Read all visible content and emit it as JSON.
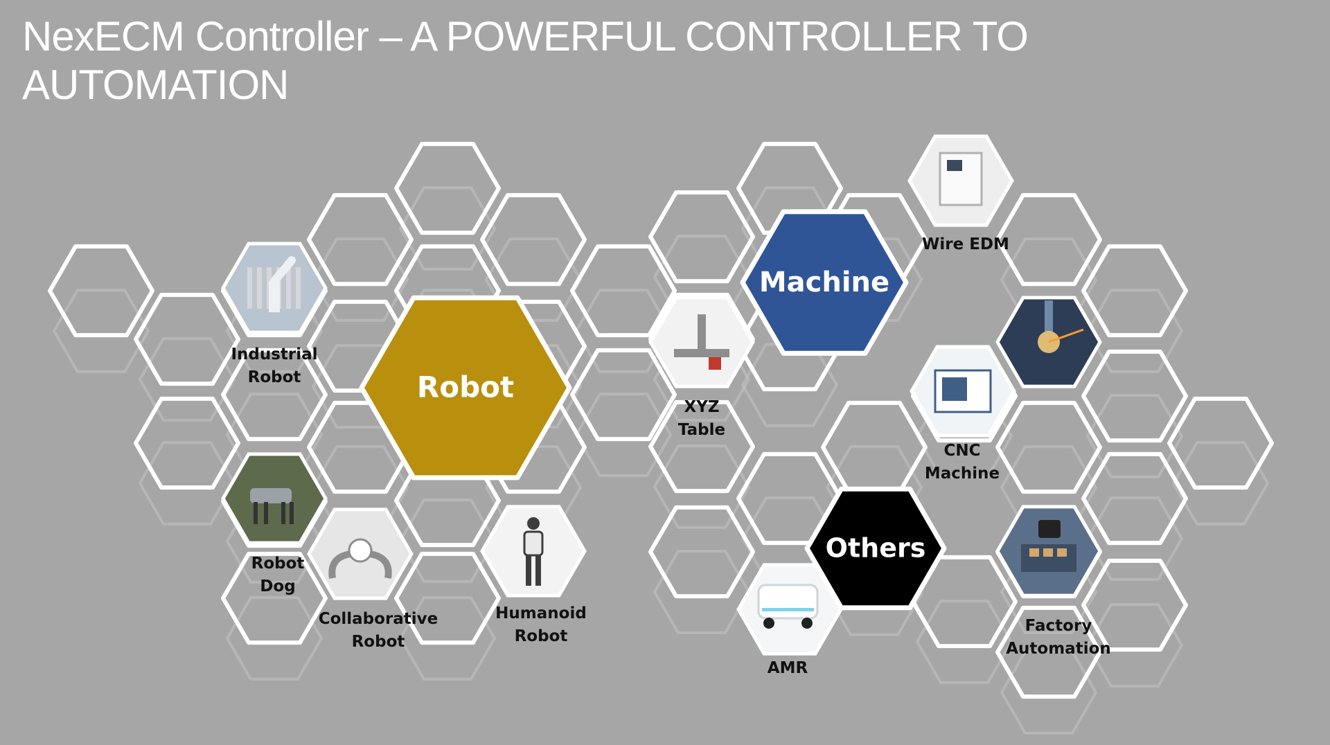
{
  "title": "NexECM Controller –  A POWERFUL CONTROLLER TO AUTOMATION",
  "colors": {
    "background": "#a6a6a6",
    "robot": "#b8900e",
    "machine": "#2f5597",
    "others": "#000000",
    "outline": "#ffffff"
  },
  "categories": {
    "robot": {
      "label": "Robot"
    },
    "machine": {
      "label": "Machine"
    },
    "others": {
      "label": "Others"
    }
  },
  "items": {
    "industrial_robot": {
      "label_1": "Industrial",
      "label_2": "Robot",
      "icon": "industrial-robot-icon"
    },
    "robot_dog": {
      "label_1": "Robot",
      "label_2": "Dog",
      "icon": "robot-dog-icon"
    },
    "collaborative_robot": {
      "label_1": "Collaborative",
      "label_2": "Robot",
      "icon": "collaborative-robot-icon"
    },
    "humanoid_robot": {
      "label_1": "Humanoid",
      "label_2": "Robot",
      "icon": "humanoid-robot-icon"
    },
    "xyz_table": {
      "label_1": "XYZ",
      "label_2": "Table",
      "icon": "xyz-table-icon"
    },
    "wire_edm": {
      "label_1": "Wire EDM",
      "icon": "wire-edm-icon"
    },
    "cnc_machine": {
      "label_1": "CNC",
      "label_2": "Machine",
      "icon": "cnc-machine-icon"
    },
    "amr": {
      "label_1": "AMR",
      "icon": "amr-icon"
    },
    "factory_automation": {
      "label_1": "Factory",
      "label_2": "Automation",
      "icon": "factory-automation-icon"
    },
    "laser_cutting": {
      "icon": "laser-cutting-icon"
    }
  }
}
